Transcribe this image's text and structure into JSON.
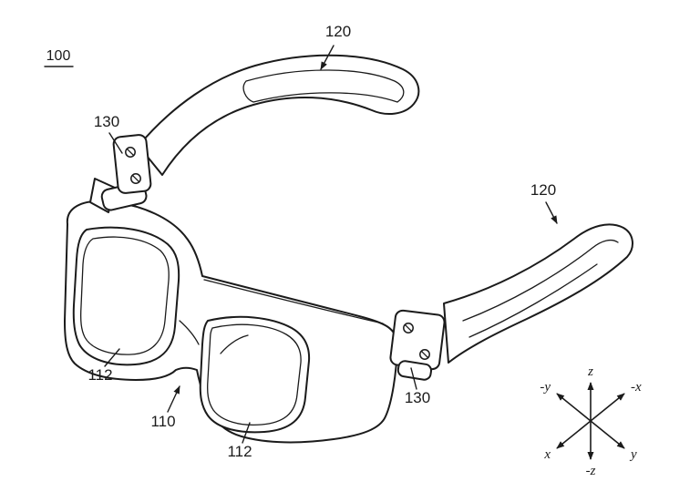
{
  "figure": {
    "reference_number": "100",
    "parts": [
      {
        "name": "temple-top",
        "label": "120"
      },
      {
        "name": "hinge-left",
        "label": "130"
      },
      {
        "name": "temple-right",
        "label": "120"
      },
      {
        "name": "lens-left",
        "label": "112"
      },
      {
        "name": "frame-front",
        "label": "110"
      },
      {
        "name": "lens-right",
        "label": "112"
      },
      {
        "name": "hinge-right",
        "label": "130"
      }
    ],
    "axes": {
      "up": "z",
      "down": "-z",
      "upper_left": "-y",
      "upper_right": "-x",
      "lower_left": "x",
      "lower_right": "y"
    },
    "style": {
      "line_color": "#1b1b1b",
      "background": "#ffffff"
    }
  }
}
